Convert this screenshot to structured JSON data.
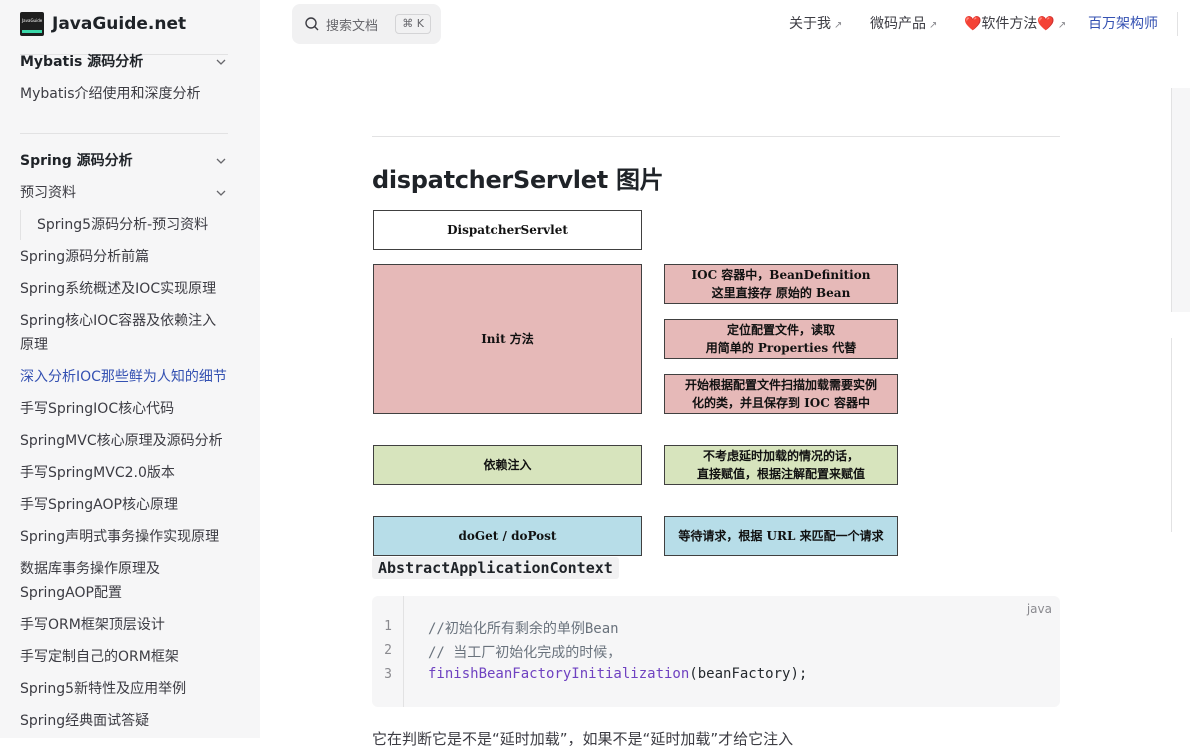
{
  "brand": {
    "name": "JavaGuide.net",
    "logo_text": "JavaGuide"
  },
  "sidebar": {
    "sections": [
      {
        "title": "Mybatis 源码分析",
        "items": [
          "Mybatis介绍使用和深度分析"
        ]
      },
      {
        "title": "Spring 源码分析"
      }
    ],
    "items": [
      "预习资料",
      "Spring5源码分析-预习资料",
      "Spring源码分析前篇",
      "Spring系统概述及IOC实现原理",
      "Spring核心IOC容器及依赖注入原理",
      "深入分析IOC那些鲜为人知的细节",
      "手写SpringIOC核心代码",
      "SpringMVC核心原理及源码分析",
      "手写SpringMVC2.0版本",
      "手写SpringAOP核心原理",
      "Spring声明式事务操作实现原理",
      "数据库事务操作原理及SpringAOP配置",
      "手写ORM框架顶层设计",
      "手写定制自己的ORM框架",
      "Spring5新特性及应用举例",
      "Spring经典面试答疑"
    ],
    "active_item": "深入分析IOC那些鲜为人知的细节"
  },
  "header": {
    "search_placeholder": "搜索文档",
    "search_shortcut": "⌘ K",
    "nav": [
      {
        "label": "关于我",
        "arrow": "↗"
      },
      {
        "label": "微码产品",
        "arrow": "↗"
      },
      {
        "label": "❤️软件方法❤️",
        "arrow": "↗"
      },
      {
        "label": "百万架构师"
      }
    ]
  },
  "content": {
    "heading": "dispatcherServlet 图片",
    "diagram": {
      "title_box": "DispatcherServlet",
      "left_boxes": [
        "Init 方法",
        "依赖注入",
        "doGet / doPost"
      ],
      "right_boxes": [
        "IOC 容器中，BeanDefinition\n这里直接存 原始的 Bean",
        "定位配置文件，读取\n用简单的 Properties 代替",
        "开始根据配置文件扫描加载需要实例\n化的类，并且保存到 IOC 容器中",
        "不考虑延时加载的情况的话，\n直接赋值，根据注解配置来赋值",
        "等待请求，根据 URL 来匹配一个请求"
      ],
      "colors": {
        "pink": "#e6b9b8",
        "green": "#d7e4bd",
        "blue": "#b7dde8"
      }
    },
    "code_label": "AbstractApplicationContext",
    "code": {
      "language": "java",
      "line_numbers": [
        "1",
        "2",
        "3"
      ],
      "line1": "//初始化所有剩余的单例Bean",
      "line2": "// 当工厂初始化完成的时候，",
      "line3_fn": "finishBeanFactoryInitialization",
      "line3_rest": "(beanFactory);"
    },
    "tail_text": "它在判断它是不是“延时加载”，如果不是“延时加载”才给它注入"
  },
  "colors": {
    "accent": "#3451b2",
    "sidebar_bg": "#f6f6f7"
  }
}
